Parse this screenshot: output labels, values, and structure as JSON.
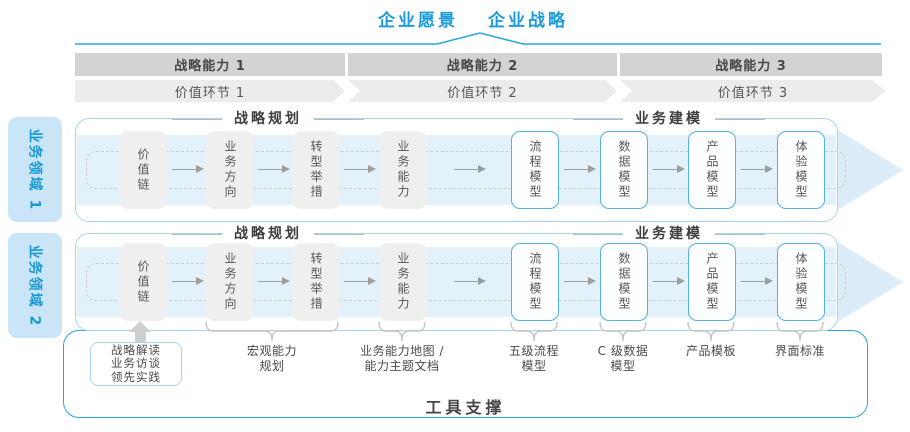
{
  "header": {
    "vision": "企业愿景",
    "strategy": "企业战略"
  },
  "capabilities": [
    "战略能力 1",
    "战略能力 2",
    "战略能力 3"
  ],
  "value_links": [
    "价值环节 1",
    "价值环节 2",
    "价值环节 3"
  ],
  "domains": [
    "业务领域 1",
    "业务领域 2"
  ],
  "rows": [
    {
      "planning": "战略规划",
      "modeling": "业务建模",
      "boxes": [
        "价值链",
        "业务方向",
        "转型举措",
        "业务能力",
        "流程模型",
        "数据模型",
        "产品模型",
        "体验模型"
      ]
    },
    {
      "planning": "战略规划",
      "modeling": "业务建模",
      "boxes": [
        "价值链",
        "业务方向",
        "转型举措",
        "业务能力",
        "流程模型",
        "数据模型",
        "产品模型",
        "体验模型"
      ]
    }
  ],
  "annotations": {
    "practices": [
      "战略解读",
      "业务访谈",
      "领先实践"
    ],
    "macro": [
      "宏观能力",
      "规划"
    ],
    "capability_map": [
      "业务能力地图 /",
      "能力主题文档"
    ],
    "process": [
      "五级流程",
      "模型"
    ],
    "data": [
      "C 级数据",
      "模型"
    ],
    "product": [
      "产品模板"
    ],
    "ui": [
      "界面标准"
    ]
  },
  "footer": {
    "tool_support": "工具支撑"
  },
  "colors": {
    "accent_blue": "#1b9cd8",
    "container_border": "#2aa5db",
    "panel_border": "#a7d4ec",
    "band_fill": "#e3f1fa",
    "bar_gray": "#d3d3d3",
    "chevron_gray": "#ececec",
    "box_gray": "#efefef",
    "box_blue_border": "#55b1de",
    "text_dark": "#45454a"
  }
}
